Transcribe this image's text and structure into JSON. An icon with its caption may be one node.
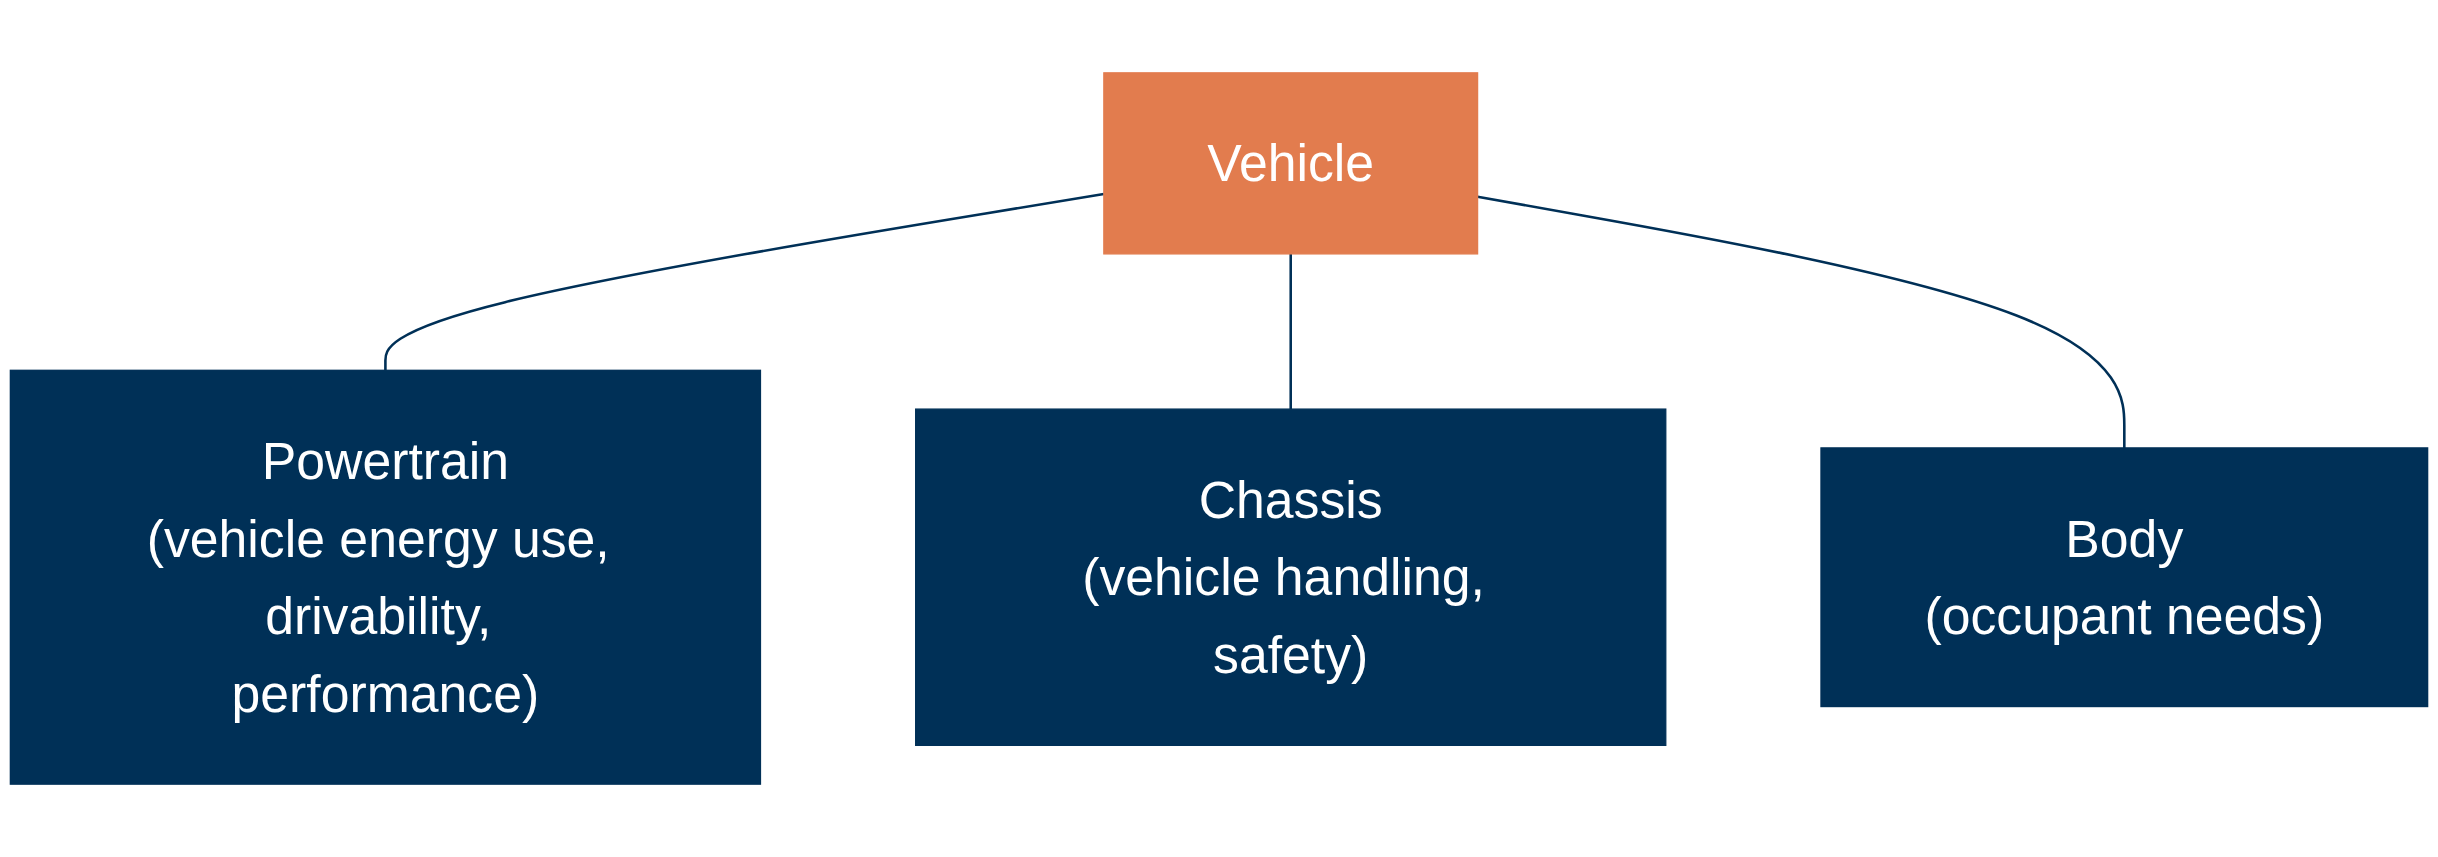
{
  "diagram": {
    "nodes": [
      {
        "text": [
          "Vehicle"
        ]
      },
      {
        "text": [
          "Powertrain",
          "(vehicle energy use, drivability, performance)"
        ]
      },
      {
        "text": [
          "Chassis",
          "(vehicle handling, safety)"
        ]
      },
      {
        "text": [
          "Body",
          "(occupant needs)"
        ]
      }
    ],
    "edges": [
      {
        "from": 0,
        "to": 1,
        "arrow": "none"
      },
      {
        "from": 0,
        "to": 2,
        "arrow": "none"
      },
      {
        "from": 0,
        "to": 3,
        "arrow": "none"
      }
    ]
  }
}
